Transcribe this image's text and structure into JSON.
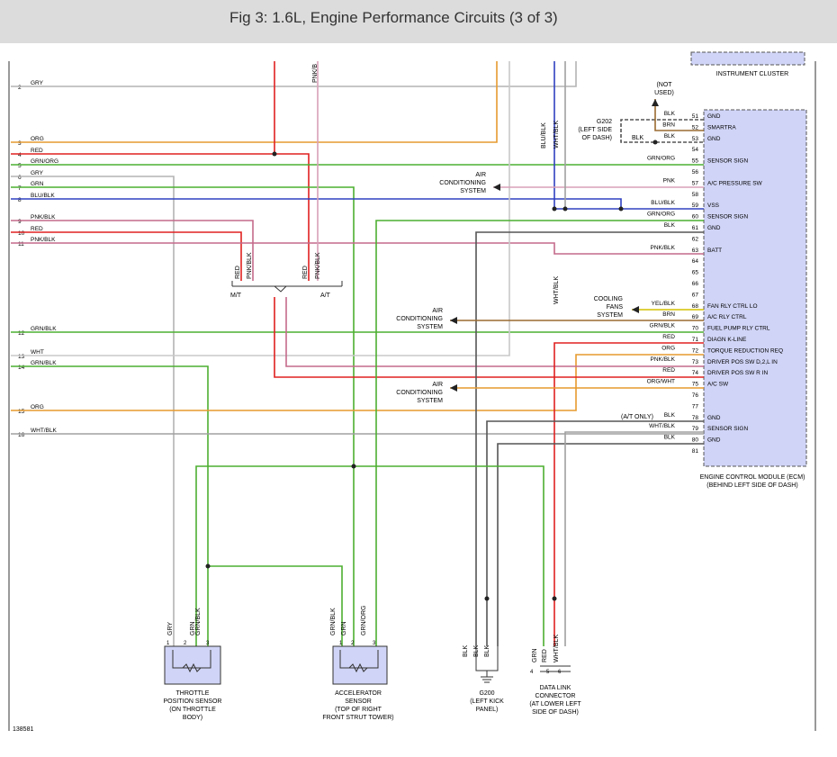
{
  "header": {
    "title": "Fig 3: 1.6L, Engine Performance Circuits (3 of 3)"
  },
  "diagram_id": "138581",
  "colors": {
    "gry": "#b4b4b4",
    "org": "#e69a2e",
    "red": "#e02020",
    "grn": "#4caf30",
    "blu": "#3040c0",
    "pnk": "#d8a0b8",
    "pnkblk": "#c46a8a",
    "blk": "#555555",
    "yel": "#d4c000",
    "brn": "#9a6a30",
    "wht": "#a0a0a0",
    "ecm_fill": "#d0d4f6"
  },
  "left_connector": {
    "pins": [
      {
        "num": "2",
        "color": "GRY"
      },
      {
        "num": "3",
        "color": "ORG"
      },
      {
        "num": "4",
        "color": "RED"
      },
      {
        "num": "5",
        "color": "GRN/ORG"
      },
      {
        "num": "6",
        "color": "GRY"
      },
      {
        "num": "7",
        "color": "GRN"
      },
      {
        "num": "8",
        "color": "BLU/BLK"
      },
      {
        "num": "9",
        "color": "PNK/BLK"
      },
      {
        "num": "10",
        "color": "RED"
      },
      {
        "num": "11",
        "color": "PNK/BLK"
      },
      {
        "num": "12",
        "color": "GRN/BLK"
      },
      {
        "num": "13",
        "color": "WHT"
      },
      {
        "num": "14",
        "color": "GRN/BLK"
      },
      {
        "num": "15",
        "color": "ORG"
      },
      {
        "num": "16",
        "color": "WHT/BLK"
      }
    ]
  },
  "ecm": {
    "label_line1": "ENGINE CONTROL MODULE (ECM)",
    "label_line2": "(BEHIND LEFT SIDE OF DASH)",
    "pins": [
      {
        "num": "51",
        "color": "BLK",
        "func": "GND"
      },
      {
        "num": "52",
        "color": "BRN",
        "func": "SMARTRA"
      },
      {
        "num": "53",
        "color": "BLK",
        "func": "GND"
      },
      {
        "num": "54",
        "color": "",
        "func": ""
      },
      {
        "num": "55",
        "color": "GRN/ORG",
        "func": "SENSOR SIGN"
      },
      {
        "num": "56",
        "color": "",
        "func": ""
      },
      {
        "num": "57",
        "color": "PNK",
        "func": "A/C PRESSURE SW"
      },
      {
        "num": "58",
        "color": "",
        "func": ""
      },
      {
        "num": "59",
        "color": "BLU/BLK",
        "func": "VSS"
      },
      {
        "num": "60",
        "color": "GRN/ORG",
        "func": "SENSOR SIGN"
      },
      {
        "num": "61",
        "color": "BLK",
        "func": "GND"
      },
      {
        "num": "62",
        "color": "",
        "func": ""
      },
      {
        "num": "63",
        "color": "PNK/BLK",
        "func": "BATT"
      },
      {
        "num": "64",
        "color": "",
        "func": ""
      },
      {
        "num": "65",
        "color": "",
        "func": ""
      },
      {
        "num": "66",
        "color": "",
        "func": ""
      },
      {
        "num": "67",
        "color": "",
        "func": ""
      },
      {
        "num": "68",
        "color": "YEL/BLK",
        "func": "FAN RLY CTRL LO"
      },
      {
        "num": "69",
        "color": "BRN",
        "func": "A/C RLY CTRL"
      },
      {
        "num": "70",
        "color": "GRN/BLK",
        "func": "FUEL PUMP RLY CTRL"
      },
      {
        "num": "71",
        "color": "RED",
        "func": "DIAGN K-LINE"
      },
      {
        "num": "72",
        "color": "ORG",
        "func": "TORQUE REDUCTION REQ"
      },
      {
        "num": "73",
        "color": "PNK/BLK",
        "func": "DRIVER POS SW D,2,L IN"
      },
      {
        "num": "74",
        "color": "RED",
        "func": "DRIVER POS SW R IN"
      },
      {
        "num": "75",
        "color": "ORG/WHT",
        "func": "A/C SW"
      },
      {
        "num": "76",
        "color": "",
        "func": ""
      },
      {
        "num": "77",
        "color": "",
        "func": ""
      },
      {
        "num": "78",
        "color": "BLK",
        "func": "GND"
      },
      {
        "num": "79",
        "color": "WHT/BLK",
        "func": "SENSOR SIGN"
      },
      {
        "num": "80",
        "color": "BLK",
        "func": "GND"
      },
      {
        "num": "81",
        "color": "",
        "func": ""
      }
    ]
  },
  "labels": {
    "instrument_cluster": "INSTRUMENT CLUSTER",
    "not_used_1": "(NOT",
    "not_used_2": "USED)",
    "g202": "G202",
    "g202_loc_1": "(LEFT SIDE",
    "g202_loc_2": "OF DASH)",
    "g202_wire": "BLK",
    "ac_system_a_1": "AIR",
    "ac_system_a_2": "CONDITIONING",
    "ac_system_a_3": "SYSTEM",
    "ac_system_b_1": "AIR",
    "ac_system_b_2": "CONDITIONING",
    "ac_system_b_3": "SYSTEM",
    "ac_system_c_1": "AIR",
    "ac_system_c_2": "CONDITIONING",
    "ac_system_c_3": "SYSTEM",
    "cooling_fans_1": "COOLING",
    "cooling_fans_2": "FANS",
    "cooling_fans_3": "SYSTEM",
    "at_only": "(A/T ONLY)",
    "mt": "M/T",
    "at": "A/T",
    "vert_pnkblk_top": "PNK/B",
    "vert_blublk": "BLU/BLK",
    "vert_whtblk_top": "WHT/BLK",
    "vert_whtblk_mid": "WHT/BLK",
    "split_red_mt": "RED",
    "split_pnkblk_mt": "PNK/BLK",
    "split_red_at": "RED",
    "split_pnkblk_at": "PNK/BLK"
  },
  "tps": {
    "label_1": "THROTTLE",
    "label_2": "POSITION SENSOR",
    "label_3": "(ON THROTTLE",
    "label_4": "BODY)",
    "pins": [
      {
        "num": "1",
        "color": "GRY"
      },
      {
        "num": "2",
        "color": "GRN"
      },
      {
        "num": "3",
        "color": "GRN/BLK"
      }
    ]
  },
  "aps": {
    "label_1": "ACCELERATOR",
    "label_2": "SENSOR",
    "label_3": "(TOP OF RIGHT",
    "label_4": "FRONT STRUT TOWER)",
    "pins": [
      {
        "num": "1",
        "color": "GRN/BLK"
      },
      {
        "num": "2",
        "color": "GRN"
      },
      {
        "num": "3",
        "color": "GRN/ORG"
      }
    ]
  },
  "g200": {
    "label_1": "G200",
    "label_2": "(LEFT KICK",
    "label_3": "PANEL)",
    "wires": [
      "BLK",
      "BLK",
      "BLK"
    ]
  },
  "dlc": {
    "label_1": "DATA LINK",
    "label_2": "CONNECTOR",
    "label_3": "(AT LOWER LEFT",
    "label_4": "SIDE OF DASH)",
    "pins": [
      {
        "num": "4",
        "color": "GRN"
      },
      {
        "num": "5",
        "color": "RED"
      },
      {
        "num": "6",
        "color": "WHT/BLK"
      }
    ]
  }
}
